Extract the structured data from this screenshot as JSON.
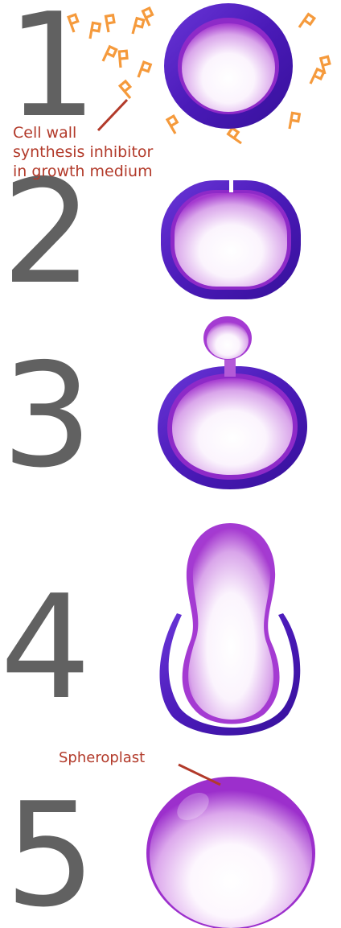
{
  "steps": [
    "1",
    "2",
    "3",
    "4",
    "5"
  ],
  "annotations": {
    "inhibitor": [
      "Cell wall",
      "synthesis inhibitor",
      "in growth medium"
    ],
    "spheroplast": "Spheroplast"
  },
  "colors": {
    "step_number": "#616161",
    "annotation_text": "#b23a2a",
    "cell_wall": "#4a1ab8",
    "membrane": "#9a2ad0",
    "inhibitor_molecule": "#f59a3c"
  }
}
